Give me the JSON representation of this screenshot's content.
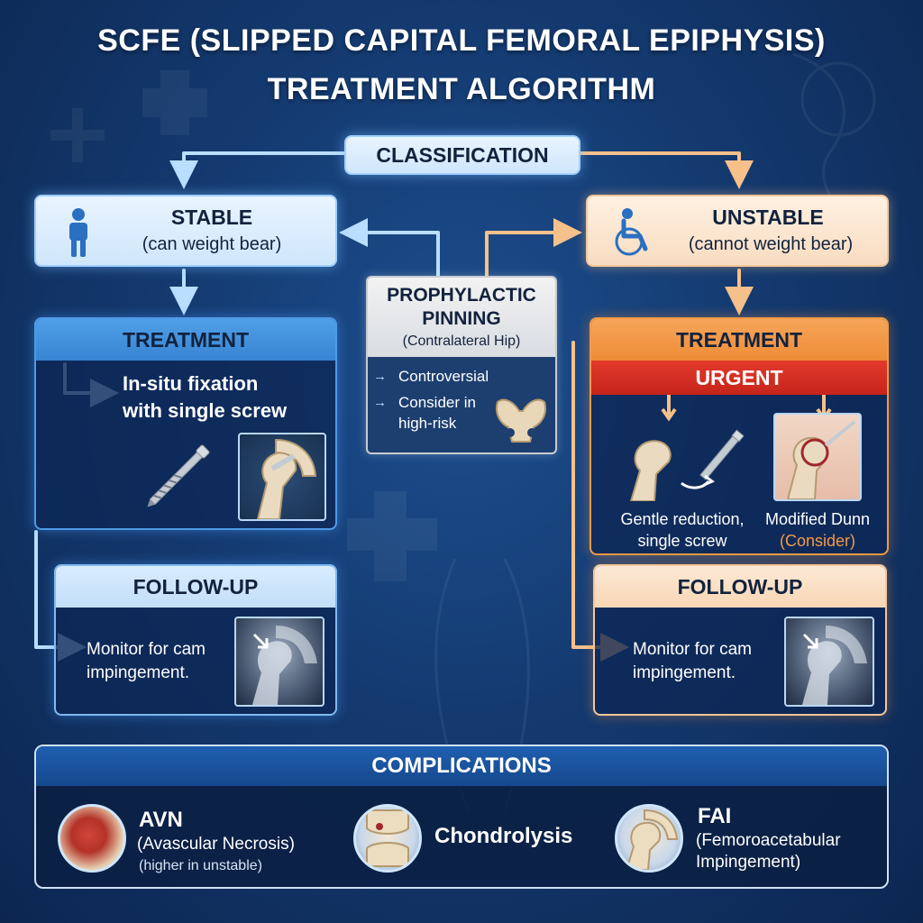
{
  "title": {
    "line1": "SCFE (SLIPPED CAPITAL FEMORAL EPIPHYSIS)",
    "line2": "TREATMENT ALGORITHM"
  },
  "classification": "CLASSIFICATION",
  "stable": {
    "title": "STABLE",
    "subtitle": "(can weight bear)"
  },
  "unstable": {
    "title": "UNSTABLE",
    "subtitle": "(cannot weight bear)"
  },
  "prophylactic": {
    "title_line1": "PROPHYLACTIC",
    "title_line2": "PINNING",
    "subtitle": "(Contralateral Hip)",
    "item1": "Controversial",
    "item2_line1": "Consider in",
    "item2_line2": "high-risk"
  },
  "stable_treatment": {
    "header": "TREATMENT",
    "text_line1": "In-situ fixation",
    "text_line2": "with single screw"
  },
  "unstable_treatment": {
    "header": "TREATMENT",
    "urgent": "URGENT",
    "option1_line1": "Gentle reduction,",
    "option1_line2": "single screw",
    "option2_line1": "Modified Dunn",
    "option2_line2": "(Consider)"
  },
  "stable_followup": {
    "header": "FOLLOW-UP",
    "text_line1": "Monitor for cam",
    "text_line2": "impingement."
  },
  "unstable_followup": {
    "header": "FOLLOW-UP",
    "text_line1": "Monitor for cam",
    "text_line2": "impingement."
  },
  "complications": {
    "header": "COMPLICATIONS",
    "avn": {
      "title": "AVN",
      "line1": "(Avascular Necrosis)",
      "line2": "(higher in unstable)"
    },
    "chondrolysis": {
      "title": "Chondrolysis"
    },
    "fai": {
      "title": "FAI",
      "line1": "(Femoroacetabular",
      "line2": "Impingement)"
    }
  },
  "icons": {
    "stable": "standing-person-icon",
    "unstable": "wheelchair-icon",
    "pelvis": "pelvis-icon",
    "screw": "screw-icon",
    "hip": "hip-joint-icon",
    "xray": "hip-xray-icon"
  },
  "colors": {
    "background": "#143a70",
    "stable_accent": "#4f9ae6",
    "unstable_accent": "#f29a44",
    "urgent": "#d62f22",
    "consider": "#f29a44"
  }
}
